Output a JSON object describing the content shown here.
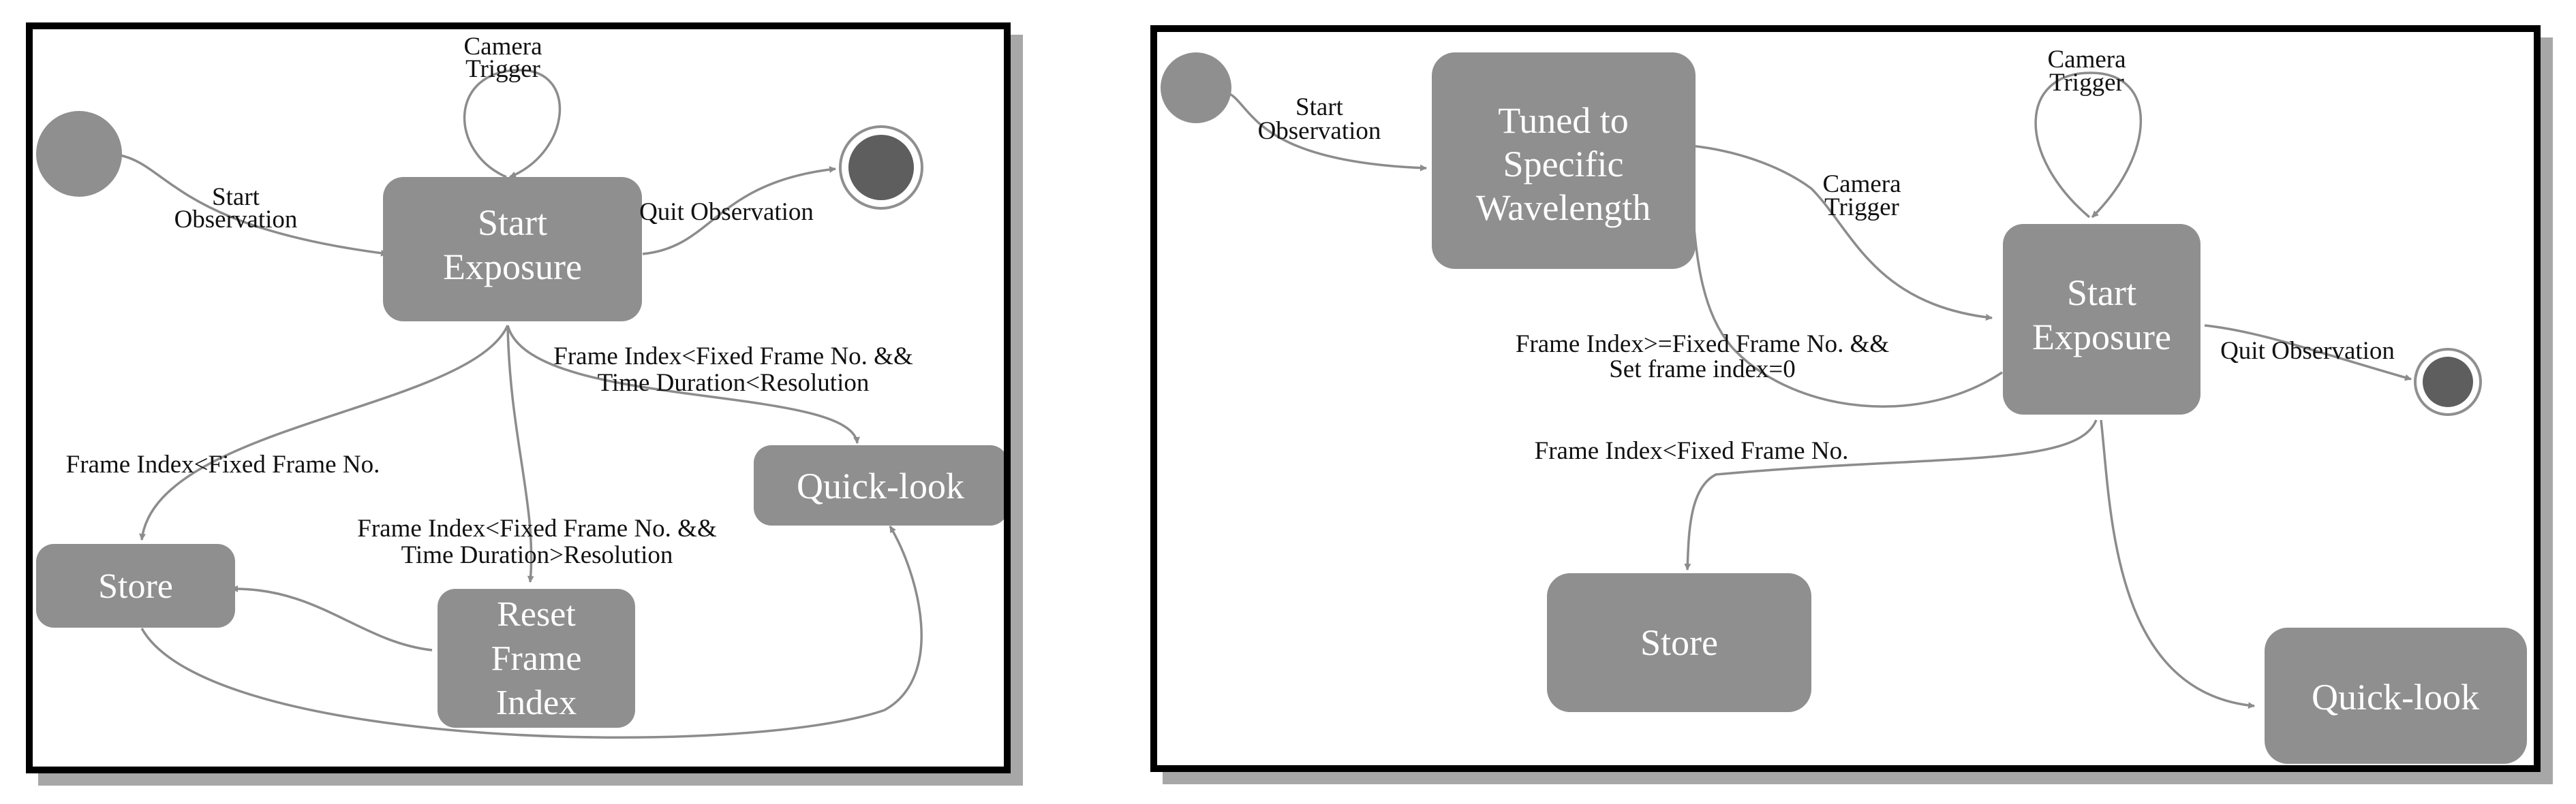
{
  "colors": {
    "state_fill": "#8f8f8f",
    "edge": "#8c8c8c",
    "final_inner": "#5e5e5e",
    "frame": "#000000",
    "shadow": "#a7a7a7"
  },
  "left": {
    "states": {
      "start_exposure": [
        "Start",
        "Exposure"
      ],
      "store": [
        "Store"
      ],
      "reset_frame_index": [
        "Reset",
        "Frame",
        "Index"
      ],
      "quick_look": [
        "Quick-look"
      ]
    },
    "edges": {
      "camera_trigger": [
        "Camera",
        "Trigger"
      ],
      "start_observation": [
        "Start",
        "Observation"
      ],
      "quit_observation": [
        "Quit Observation"
      ],
      "frame_index_lt": [
        "Frame Index<Fixed Frame No."
      ],
      "to_quicklook": [
        "Frame Index<Fixed Frame No. &&",
        "Time Duration<Resolution"
      ],
      "to_reset": [
        "Frame Index<Fixed Frame No. &&",
        "Time Duration>Resolution"
      ]
    }
  },
  "right": {
    "states": {
      "tuned": [
        "Tuned to",
        "Specific",
        "Wavelength"
      ],
      "start_exposure": [
        "Start",
        "Exposure"
      ],
      "store": [
        "Store"
      ],
      "quick_look": [
        "Quick-look"
      ]
    },
    "edges": {
      "start_observation": [
        "Start",
        "Observation"
      ],
      "camera_trigger_loop": [
        "Camera",
        "Trigger"
      ],
      "camera_trigger": [
        "Camera",
        "Trigger"
      ],
      "frame_index_ge": [
        "Frame Index>=Fixed Frame No. &&",
        "Set frame index=0"
      ],
      "quit_observation": [
        "Quit Observation"
      ],
      "frame_index_lt": [
        "Frame Index<Fixed Frame No."
      ]
    }
  }
}
